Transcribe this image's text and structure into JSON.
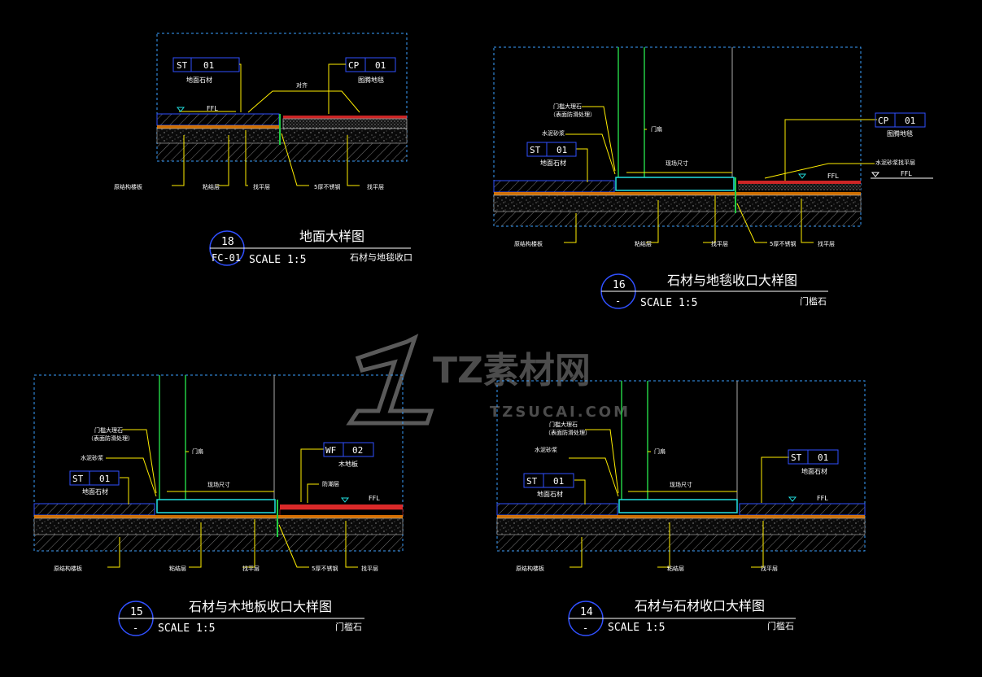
{
  "colors": {
    "background": "#000000",
    "viewport": "#3aa0ff",
    "leader": "#ffee00",
    "text": "#ffffff",
    "title": "#ffffff",
    "wall": "#22cc44",
    "tag_box": "#3050ff",
    "cyan": "#22e0e0",
    "orange": "#ff8800",
    "red": "#ff3030",
    "watermark": "#5a5a5a"
  },
  "watermark": {
    "brand": "TZ素材网",
    "url": "TZSUCAI.COM"
  },
  "d18": {
    "tag_st": "ST",
    "tag_st_num": "01",
    "tag_st_label": "地面石材",
    "tag_cp": "CP",
    "tag_cp_num": "01",
    "tag_cp_label": "图腾地毯",
    "top_note": "对齐",
    "ffl": "FFL",
    "bottom_labels": [
      "原结构楼板",
      "粘结层",
      "找平层",
      "5厚不锈钢",
      "找平层"
    ],
    "num": "18",
    "sheet": "FC-01",
    "title": "地面大样图",
    "scale": "SCALE 1:5",
    "sub": "石材与地毯收口"
  },
  "d16": {
    "door_stone_1": "门槛大理石",
    "door_stone_2": "（表面防滑处理）",
    "cement": "水泥砂浆",
    "door": "门扇",
    "tag_st": "ST",
    "tag_st_num": "01",
    "tag_st_label": "地面石材",
    "tag_cp": "CP",
    "tag_cp_num": "01",
    "tag_cp_label": "图腾地毯",
    "leveling": "水泥砂浆找平层",
    "fl": "FFL",
    "ffl": "FFL",
    "dim": "现场尺寸",
    "bottom_labels": [
      "原结构楼板",
      "粘结层",
      "找平层",
      "5厚不锈钢",
      "找平层"
    ],
    "num": "16",
    "sheet": "-",
    "title": "石材与地毯收口大样图",
    "scale": "SCALE 1:5",
    "sub": "门槛石"
  },
  "d15": {
    "door_stone_1": "门槛大理石",
    "door_stone_2": "（表面防滑处理）",
    "cement": "水泥砂浆",
    "door": "门扇",
    "tag_st": "ST",
    "tag_st_num": "01",
    "tag_st_label": "地面石材",
    "tag_wf": "WF",
    "tag_wf_num": "02",
    "tag_wf_label": "木地板",
    "moisture": "防潮层",
    "ffl": "FFL",
    "dim": "现场尺寸",
    "bottom_labels": [
      "原结构楼板",
      "粘结层",
      "找平层",
      "5厚不锈钢",
      "找平层"
    ],
    "num": "15",
    "sheet": "-",
    "title": "石材与木地板收口大样图",
    "scale": "SCALE 1:5",
    "sub": "门槛石"
  },
  "d14": {
    "door_stone_1": "门槛大理石",
    "door_stone_2": "（表面防滑处理）",
    "cement": "水泥砂浆",
    "door": "门扇",
    "tag_st": "ST",
    "tag_st_num": "01",
    "tag_st_label": "地面石材",
    "tag_st2": "ST",
    "tag_st2_num": "01",
    "tag_st2_label": "地面石材",
    "ffl": "FFL",
    "dim": "现场尺寸",
    "bottom_labels": [
      "原结构楼板",
      "粘结层",
      "找平层"
    ],
    "num": "14",
    "sheet": "-",
    "title": "石材与石材收口大样图",
    "scale": "SCALE 1:5",
    "sub": "门槛石"
  }
}
